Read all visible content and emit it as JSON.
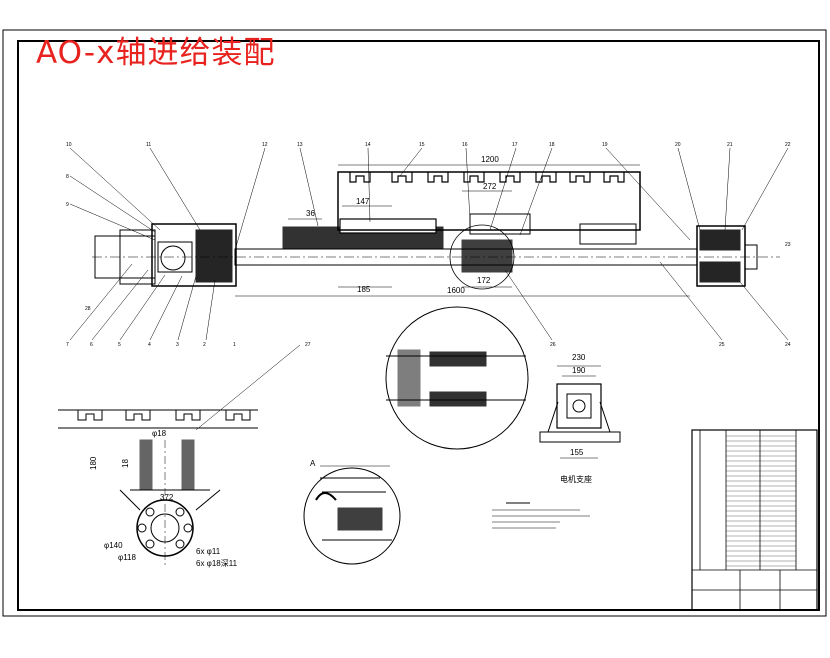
{
  "title": "AO-x轴进给装配",
  "main_view": {
    "dimensions": {
      "d1200": "1200",
      "d272": "272",
      "d147": "147",
      "d36": "36",
      "d185": "185",
      "d172": "172",
      "d1600": "1600"
    },
    "balloons": [
      "10",
      "11",
      "12",
      "13",
      "14",
      "15",
      "16",
      "17",
      "18",
      "19",
      "20",
      "21",
      "22",
      "23",
      "24",
      "25",
      "26",
      "27",
      "28",
      "9",
      "8",
      "7",
      "6",
      "5",
      "4",
      "3",
      "2",
      "1"
    ]
  },
  "section_view": {
    "dimensions": {
      "phi18": "φ18",
      "d180": "180",
      "d18": "18",
      "d372": "372",
      "phi140": "φ140",
      "phi118": "φ118",
      "holes1": "6x φ11",
      "holes2": "6x φ18深11"
    }
  },
  "detail_a": {
    "label": "A"
  },
  "motor_bracket": {
    "label": "电机支座",
    "dimensions": {
      "d230": "230",
      "d190": "190",
      "d155": "155"
    }
  },
  "colors": {
    "title": "#e8231f",
    "line": "#000000"
  }
}
